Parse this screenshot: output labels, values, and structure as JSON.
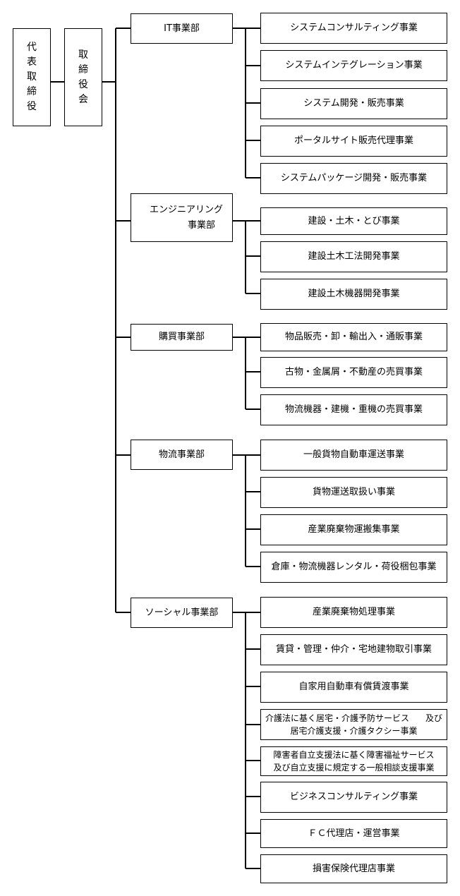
{
  "ceo": "代表取締役",
  "board": "取締役会",
  "departments": [
    {
      "name": "IT事業部",
      "businesses": [
        "システムコンサルティング事業",
        "システムインテグレーション事業",
        "システム開発・販売事業",
        "ポータルサイト販売代理事業",
        "システムパッケージ開発・販売事業"
      ]
    },
    {
      "name_line1": "エンジニアリング",
      "name_line2": "事業部",
      "businesses": [
        "建設・土木・とび事業",
        "建設土木工法開発事業",
        "建設土木機器開発事業"
      ]
    },
    {
      "name": "購買事業部",
      "businesses": [
        "物品販売・卸・輸出入・通販事業",
        "古物・金属屑・不動産の売買事業",
        "物流機器・建機・重機の売買事業"
      ]
    },
    {
      "name": "物流事業部",
      "businesses": [
        "一般貨物自動車運送事業",
        "貨物運送取扱い事業",
        "産業廃棄物運搬集事業",
        "倉庫・物流機器レンタル・荷役梱包事業"
      ]
    },
    {
      "name": "ソーシャル事業部",
      "businesses": [
        "産業廃棄物処理事業",
        "賃貸・管理・仲介・宅地建物取引事業",
        "自家用自動車有償賃渡事業",
        {
          "line1a": "介護法に基く居宅・介護予防サービス",
          "line1b": "及び",
          "line2": "居宅介護支援・介護タクシー事業"
        },
        {
          "line1": "障害者自立支援法に基く障害福祉サービス",
          "line2": "及び自立支援に規定する一般相談支援事業"
        },
        "ビジネスコンサルティング事業",
        "ＦＣ代理店・運営事業",
        "損害保険代理店事業"
      ]
    }
  ]
}
